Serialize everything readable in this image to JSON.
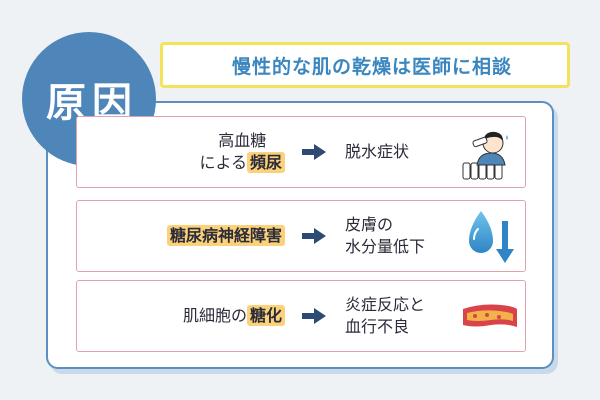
{
  "title": "慢性的な肌の乾燥は医師に相談",
  "badge": "原因",
  "rows": [
    {
      "cause_plain_1": "高血糖",
      "cause_plain_2": "による",
      "cause_highlight": "頻尿",
      "effect_line_1": "脱水症状",
      "effect_line_2": "",
      "icon": "person-drinking-water-icon"
    },
    {
      "cause_plain": "",
      "cause_highlight": "糖尿病神経障害",
      "effect_line_1": "皮膚の",
      "effect_line_2": "水分量低下",
      "icon": "water-drop-decrease-icon"
    },
    {
      "cause_plain": "肌細胞の",
      "cause_highlight": "糖化",
      "effect_line_1": "炎症反応と",
      "effect_line_2": "血行不良",
      "icon": "blood-vessel-icon"
    }
  ],
  "colors": {
    "badge": "#4f86b9",
    "title_text": "#3a86bf",
    "title_border": "#f3e35a",
    "panel_border": "#5a8fc4",
    "row_border": "#e0a3ae",
    "highlight": "#fbd27a",
    "arrow": "#2c4a73"
  }
}
